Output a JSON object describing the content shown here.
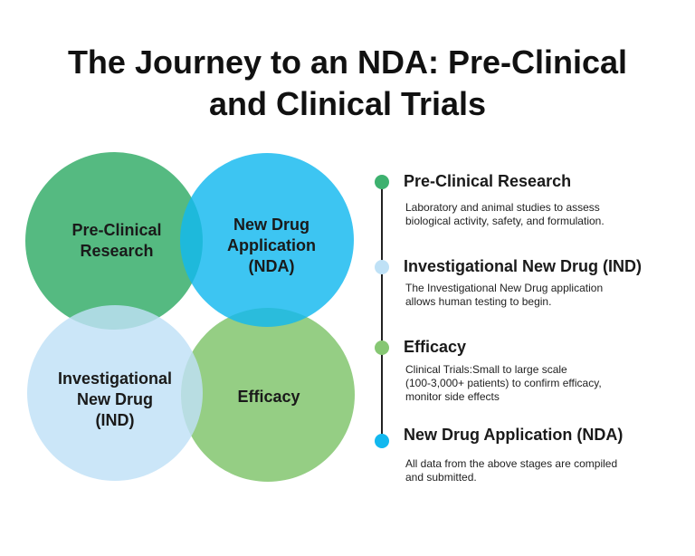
{
  "title": {
    "line1": "The Journey to an NDA: Pre-Clinical",
    "line2": "and Clinical Trials"
  },
  "colors": {
    "green": "#3db16f",
    "blue": "#12b8ef",
    "light_blue": "#bfe1f6",
    "light_green": "#86c773"
  },
  "venn": {
    "pre_clinical": {
      "line1": "Pre-Clinical",
      "line2": "Research"
    },
    "nda": {
      "line1": "New Drug",
      "line2": "Application",
      "line3": "(NDA)"
    },
    "ind": {
      "line1": "Investigational",
      "line2": "New Drug",
      "line3": "(IND)"
    },
    "efficacy": {
      "line1": "Efficacy"
    }
  },
  "timeline": [
    {
      "heading": "Pre-Clinical Research",
      "desc_line1": "Laboratory and animal studies to assess",
      "desc_line2": "biological activity, safety, and formulation."
    },
    {
      "heading": "Investigational New Drug (IND)",
      "desc_line1": "The Investigational New Drug application",
      "desc_line2": "allows human testing to begin."
    },
    {
      "heading": "Efficacy",
      "desc_line1": "Clinical Trials:Small to large scale",
      "desc_line2": "(100-3,000+ patients) to confirm efficacy,",
      "desc_line3": "monitor side effects"
    },
    {
      "heading": "New Drug Application (NDA)",
      "desc_line1": "All data from the above stages are compiled",
      "desc_line2": "and submitted."
    }
  ]
}
